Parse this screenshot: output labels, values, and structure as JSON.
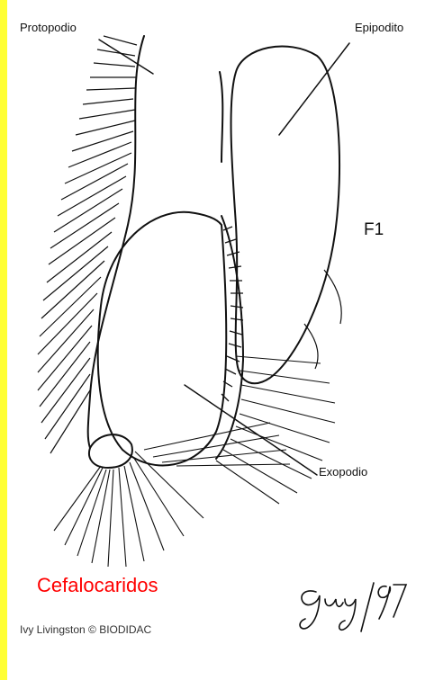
{
  "labels": {
    "protopodio": "Protopodio",
    "epipodito": "Epipodito",
    "exopodio": "Exopodio",
    "f1": "F1"
  },
  "title": "Cefalocaridos",
  "credit": "Ivy Livingston © BIODIDAC",
  "signature": "Guy /97",
  "colors": {
    "background": "#ffffcc",
    "left_bar": "#ffff33",
    "title": "#ff0000",
    "ink": "#111111"
  }
}
